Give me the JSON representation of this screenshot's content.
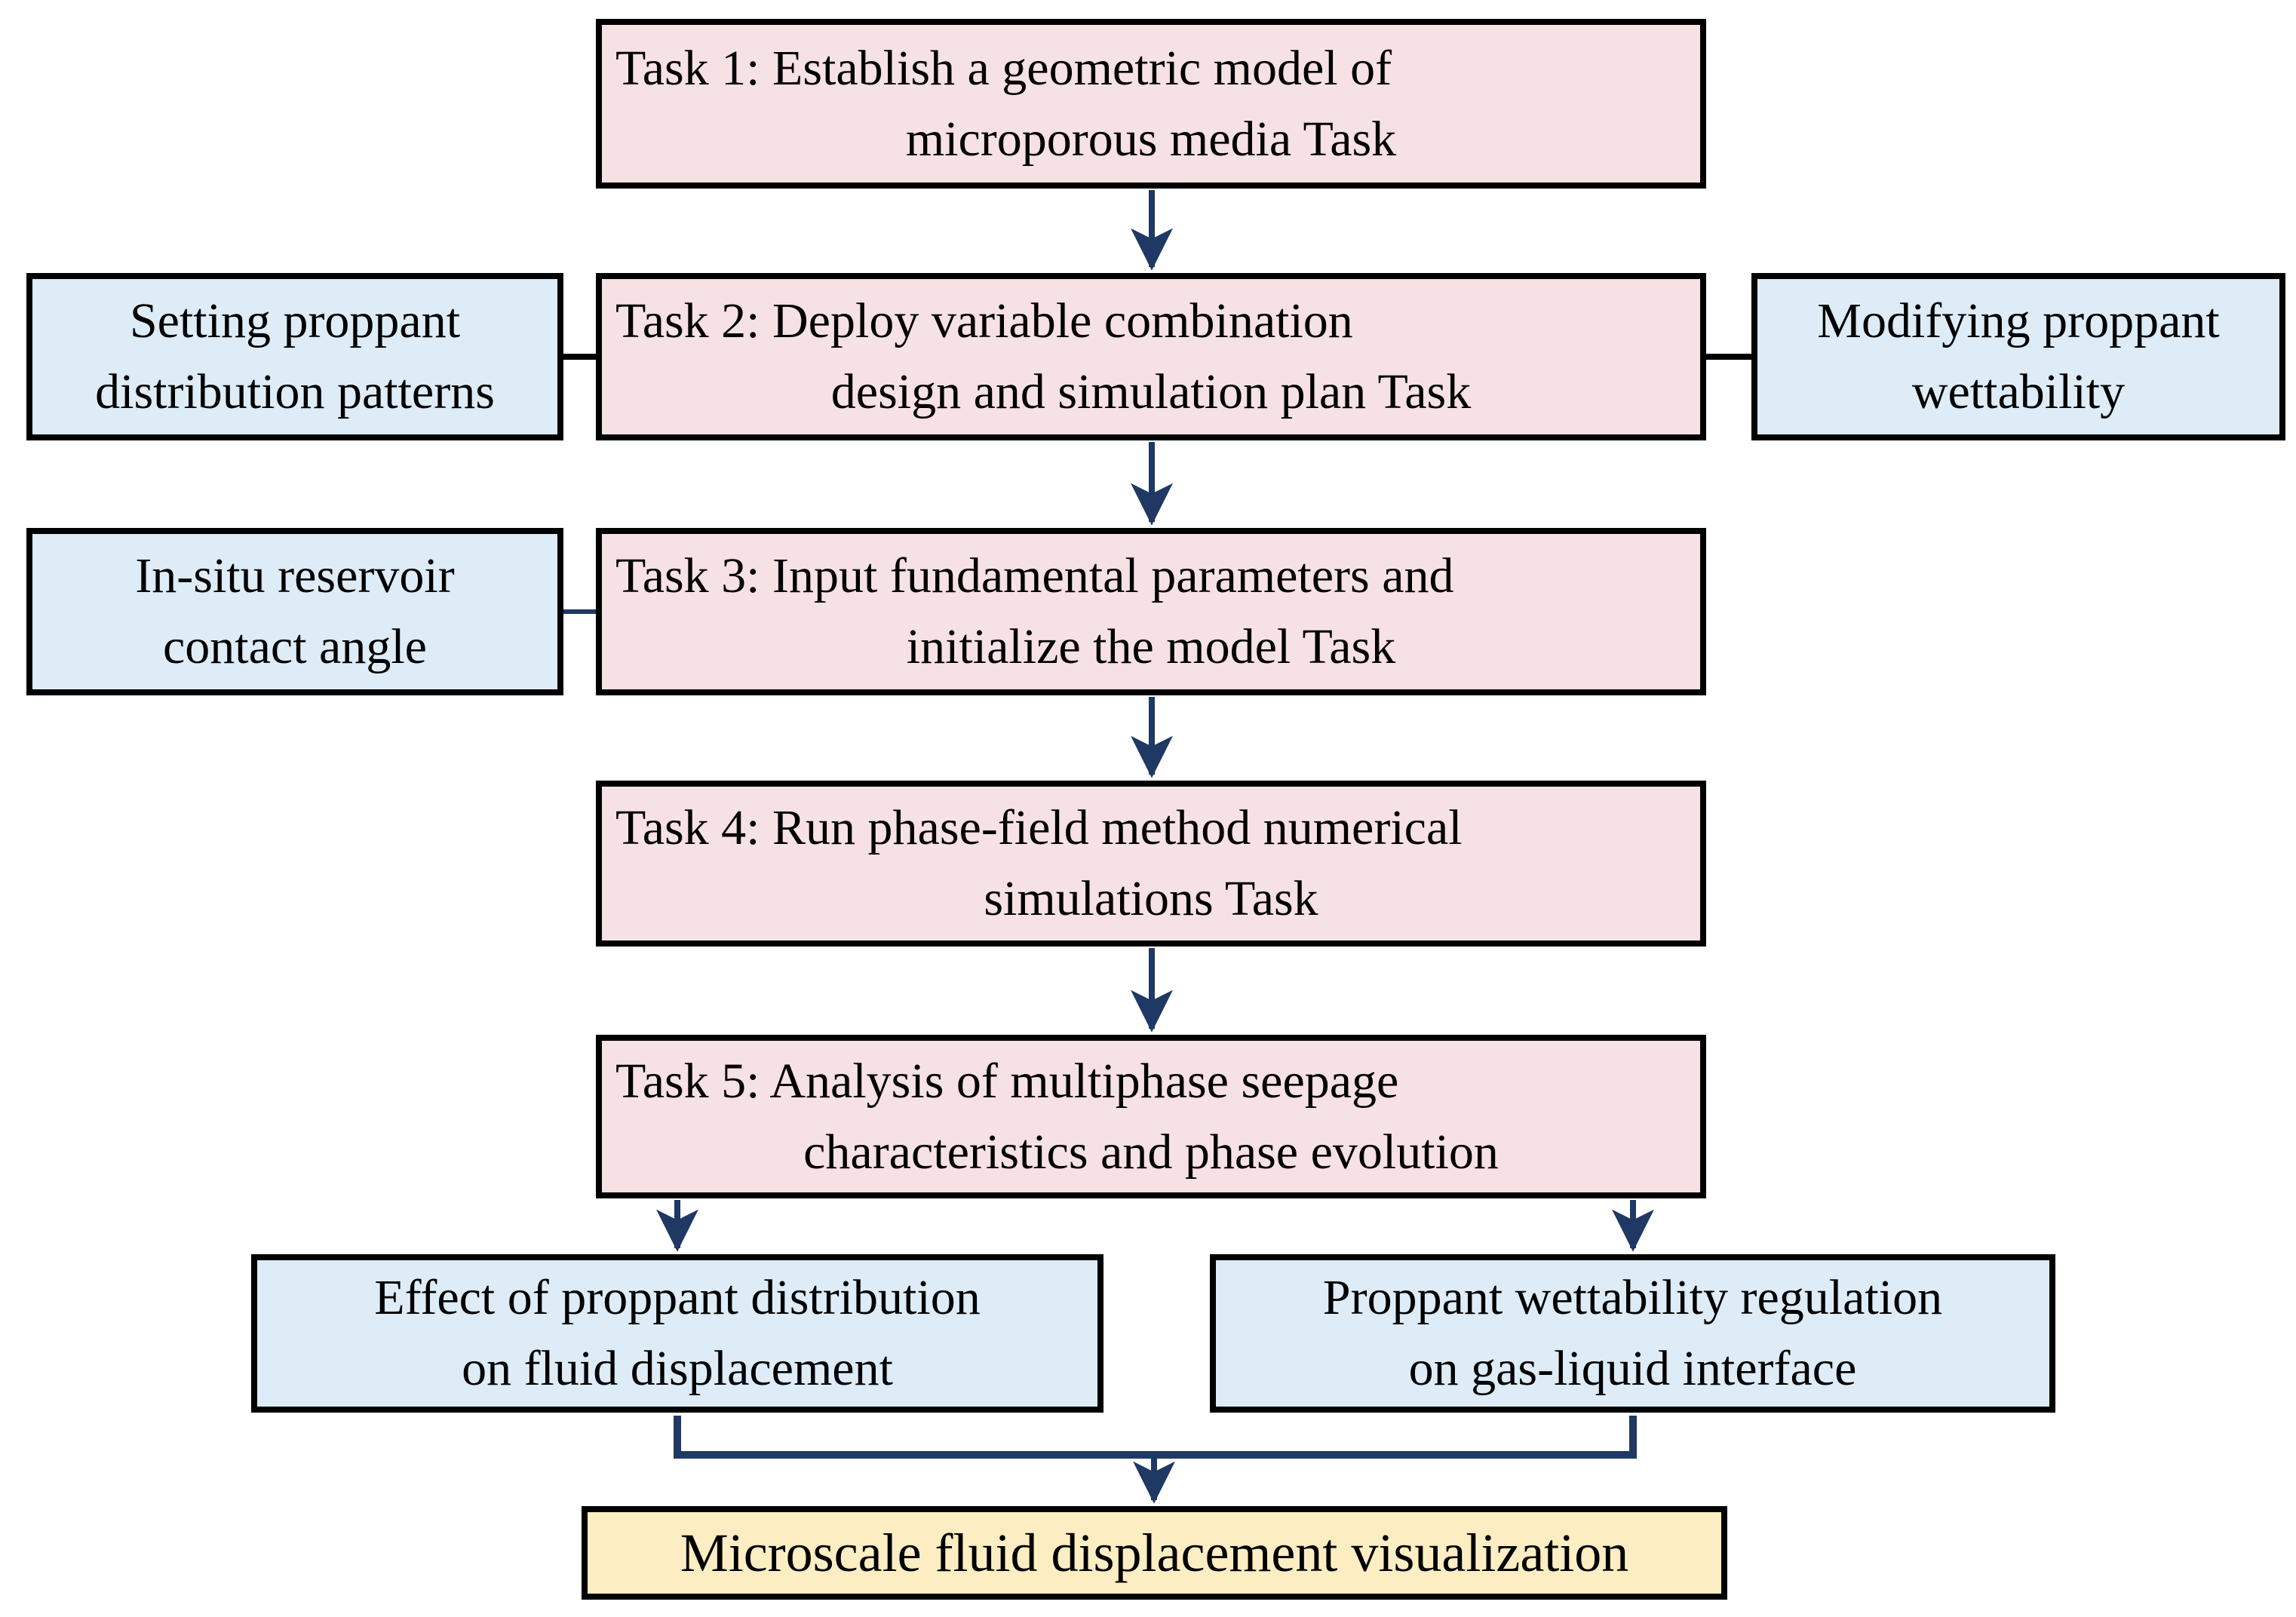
{
  "diagram": {
    "colors": {
      "task_fill": "#f6e1e5",
      "side_fill": "#ddecf7",
      "result_fill": "#fcedc3",
      "box_border": "#000000",
      "arrow": "#1f3864"
    },
    "tasks": [
      {
        "id": "task1",
        "line1": "Task 1: Establish a geometric model of",
        "line2": "microporous media Task"
      },
      {
        "id": "task2",
        "line1": "Task 2: Deploy variable combination",
        "line2": "design and simulation plan Task"
      },
      {
        "id": "task3",
        "line1": "Task 3: Input fundamental parameters and",
        "line2": "initialize the model Task"
      },
      {
        "id": "task4",
        "line1": "Task 4: Run phase-field method numerical",
        "line2": "simulations Task"
      },
      {
        "id": "task5",
        "line1": "Task 5: Analysis of multiphase seepage",
        "line2": "characteristics and phase evolution"
      }
    ],
    "side_boxes": [
      {
        "id": "setting-proppant-distribution",
        "line1": "Setting proppant",
        "line2": "distribution patterns"
      },
      {
        "id": "modifying-proppant-wettability",
        "line1": "Modifying proppant",
        "line2": "wettability"
      },
      {
        "id": "insitu-reservoir-contact-angle",
        "line1": "In-situ reservoir",
        "line2": "contact angle"
      }
    ],
    "outcome_boxes": [
      {
        "id": "effect-proppant-distribution",
        "line1": "Effect of proppant distribution",
        "line2": "on fluid displacement"
      },
      {
        "id": "proppant-wettability-regulation",
        "line1": "Proppant wettability regulation",
        "line2": "on gas-liquid interface"
      }
    ],
    "result_box": {
      "label": "Microscale fluid displacement visualization"
    }
  }
}
